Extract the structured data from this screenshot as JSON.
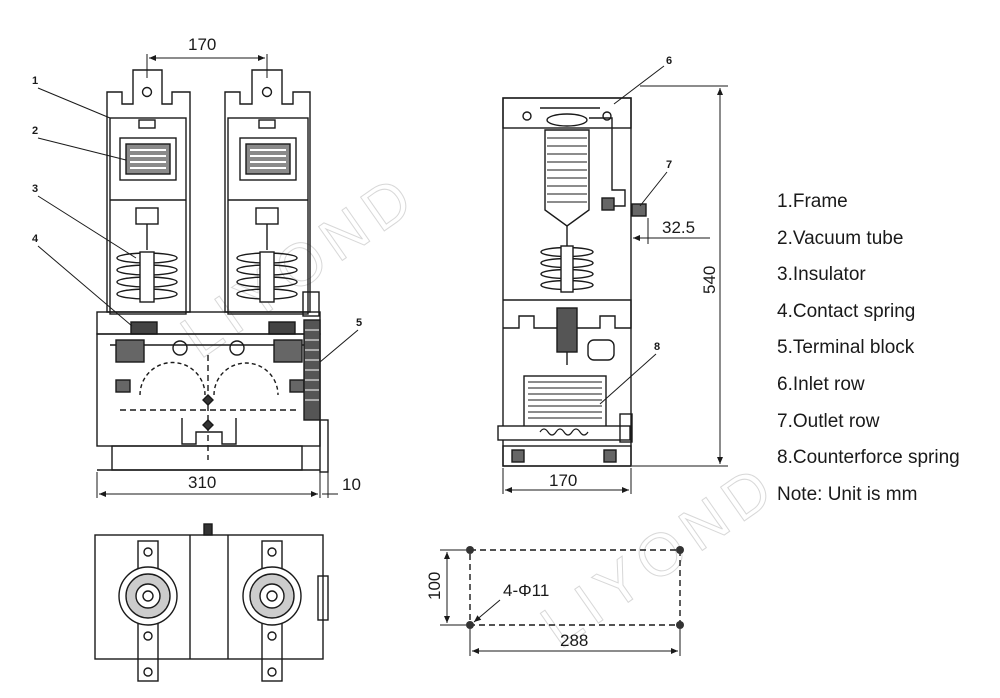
{
  "watermark": "LIYOND",
  "dimensions": {
    "pole_spacing": "170",
    "base_width": "310",
    "terminal_block_offset": "10",
    "side_inlet_offset": "32.5",
    "side_height": "540",
    "side_width": "170",
    "mount_depth": "100",
    "mount_width": "288",
    "mount_holes": "4-Φ11"
  },
  "callouts": [
    "1",
    "2",
    "3",
    "4",
    "5",
    "6",
    "7",
    "8"
  ],
  "legend": {
    "items": [
      "1.Frame",
      "2.Vacuum tube",
      "3.Insulator",
      "4.Contact spring",
      "5.Terminal block",
      "6.Inlet row",
      "7.Outlet row",
      "8.Counterforce spring"
    ],
    "note": "Note: Unit is mm"
  },
  "colors": {
    "line": "#1a1a1a",
    "fill": "#ffffff",
    "watermark": "#d8d8d8"
  }
}
